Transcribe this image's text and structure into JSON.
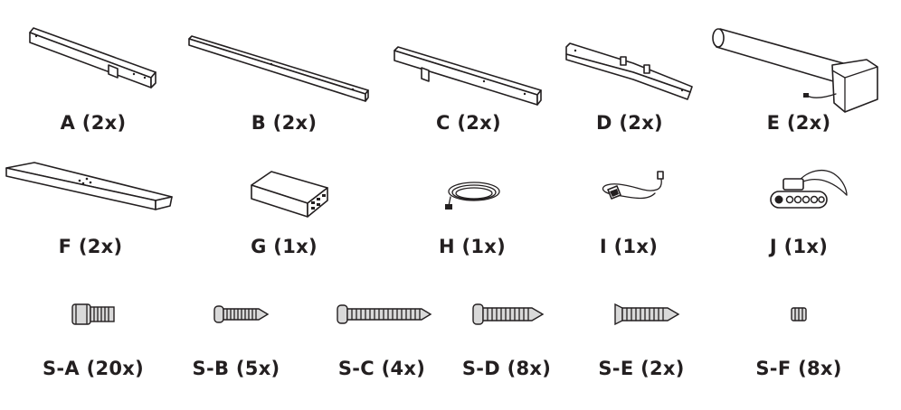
{
  "parts": [
    {
      "id": "A",
      "label": "A (2x)"
    },
    {
      "id": "B",
      "label": "B (2x)"
    },
    {
      "id": "C",
      "label": "C (2x)"
    },
    {
      "id": "D",
      "label": "D (2x)"
    },
    {
      "id": "E",
      "label": "E (2x)"
    },
    {
      "id": "F",
      "label": "F (2x)"
    },
    {
      "id": "G",
      "label": "G (1x)"
    },
    {
      "id": "H",
      "label": "H (1x)"
    },
    {
      "id": "I",
      "label": "I (1x)"
    },
    {
      "id": "J",
      "label": "J (1x)"
    }
  ],
  "hardware": [
    {
      "id": "S-A",
      "label": "S-A (20x)"
    },
    {
      "id": "S-B",
      "label": "S-B (5x)"
    },
    {
      "id": "S-C",
      "label": "S-C (4x)"
    },
    {
      "id": "S-D",
      "label": "S-D (8x)"
    },
    {
      "id": "S-E",
      "label": "S-E (2x)"
    },
    {
      "id": "S-F",
      "label": "S-F (8x)"
    }
  ]
}
